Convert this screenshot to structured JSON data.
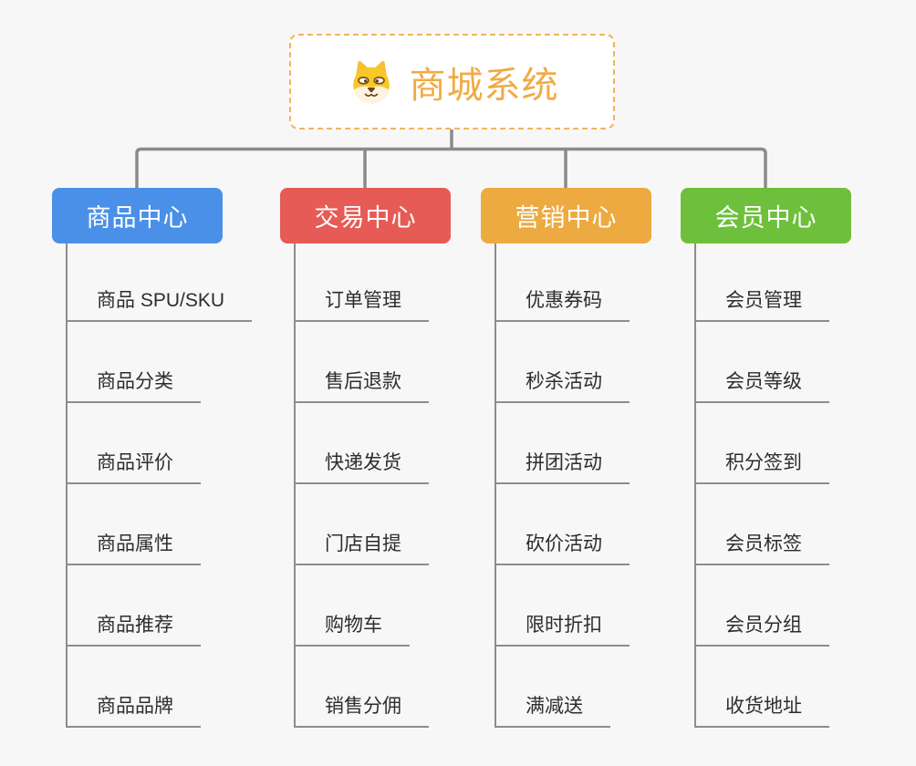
{
  "root": {
    "title": "商城系统",
    "icon": "dog-face-icon",
    "title_color": "#f0ab45",
    "border_color": "#f3b35c"
  },
  "connector_color": "#8a8a8a",
  "branches": [
    {
      "label": "商品中心",
      "color": "#4a90e8",
      "items": [
        "商品 SPU/SKU",
        "商品分类",
        "商品评价",
        "商品属性",
        "商品推荐",
        "商品品牌"
      ]
    },
    {
      "label": "交易中心",
      "color": "#e65b55",
      "items": [
        "订单管理",
        "售后退款",
        "快递发货",
        "门店自提",
        "购物车",
        "销售分佣"
      ]
    },
    {
      "label": "营销中心",
      "color": "#edaa40",
      "items": [
        "优惠券码",
        "秒杀活动",
        "拼团活动",
        "砍价活动",
        "限时折扣",
        "满减送"
      ]
    },
    {
      "label": "会员中心",
      "color": "#6ec03c",
      "items": [
        "会员管理",
        "会员等级",
        "积分签到",
        "会员标签",
        "会员分组",
        "收货地址"
      ]
    }
  ]
}
